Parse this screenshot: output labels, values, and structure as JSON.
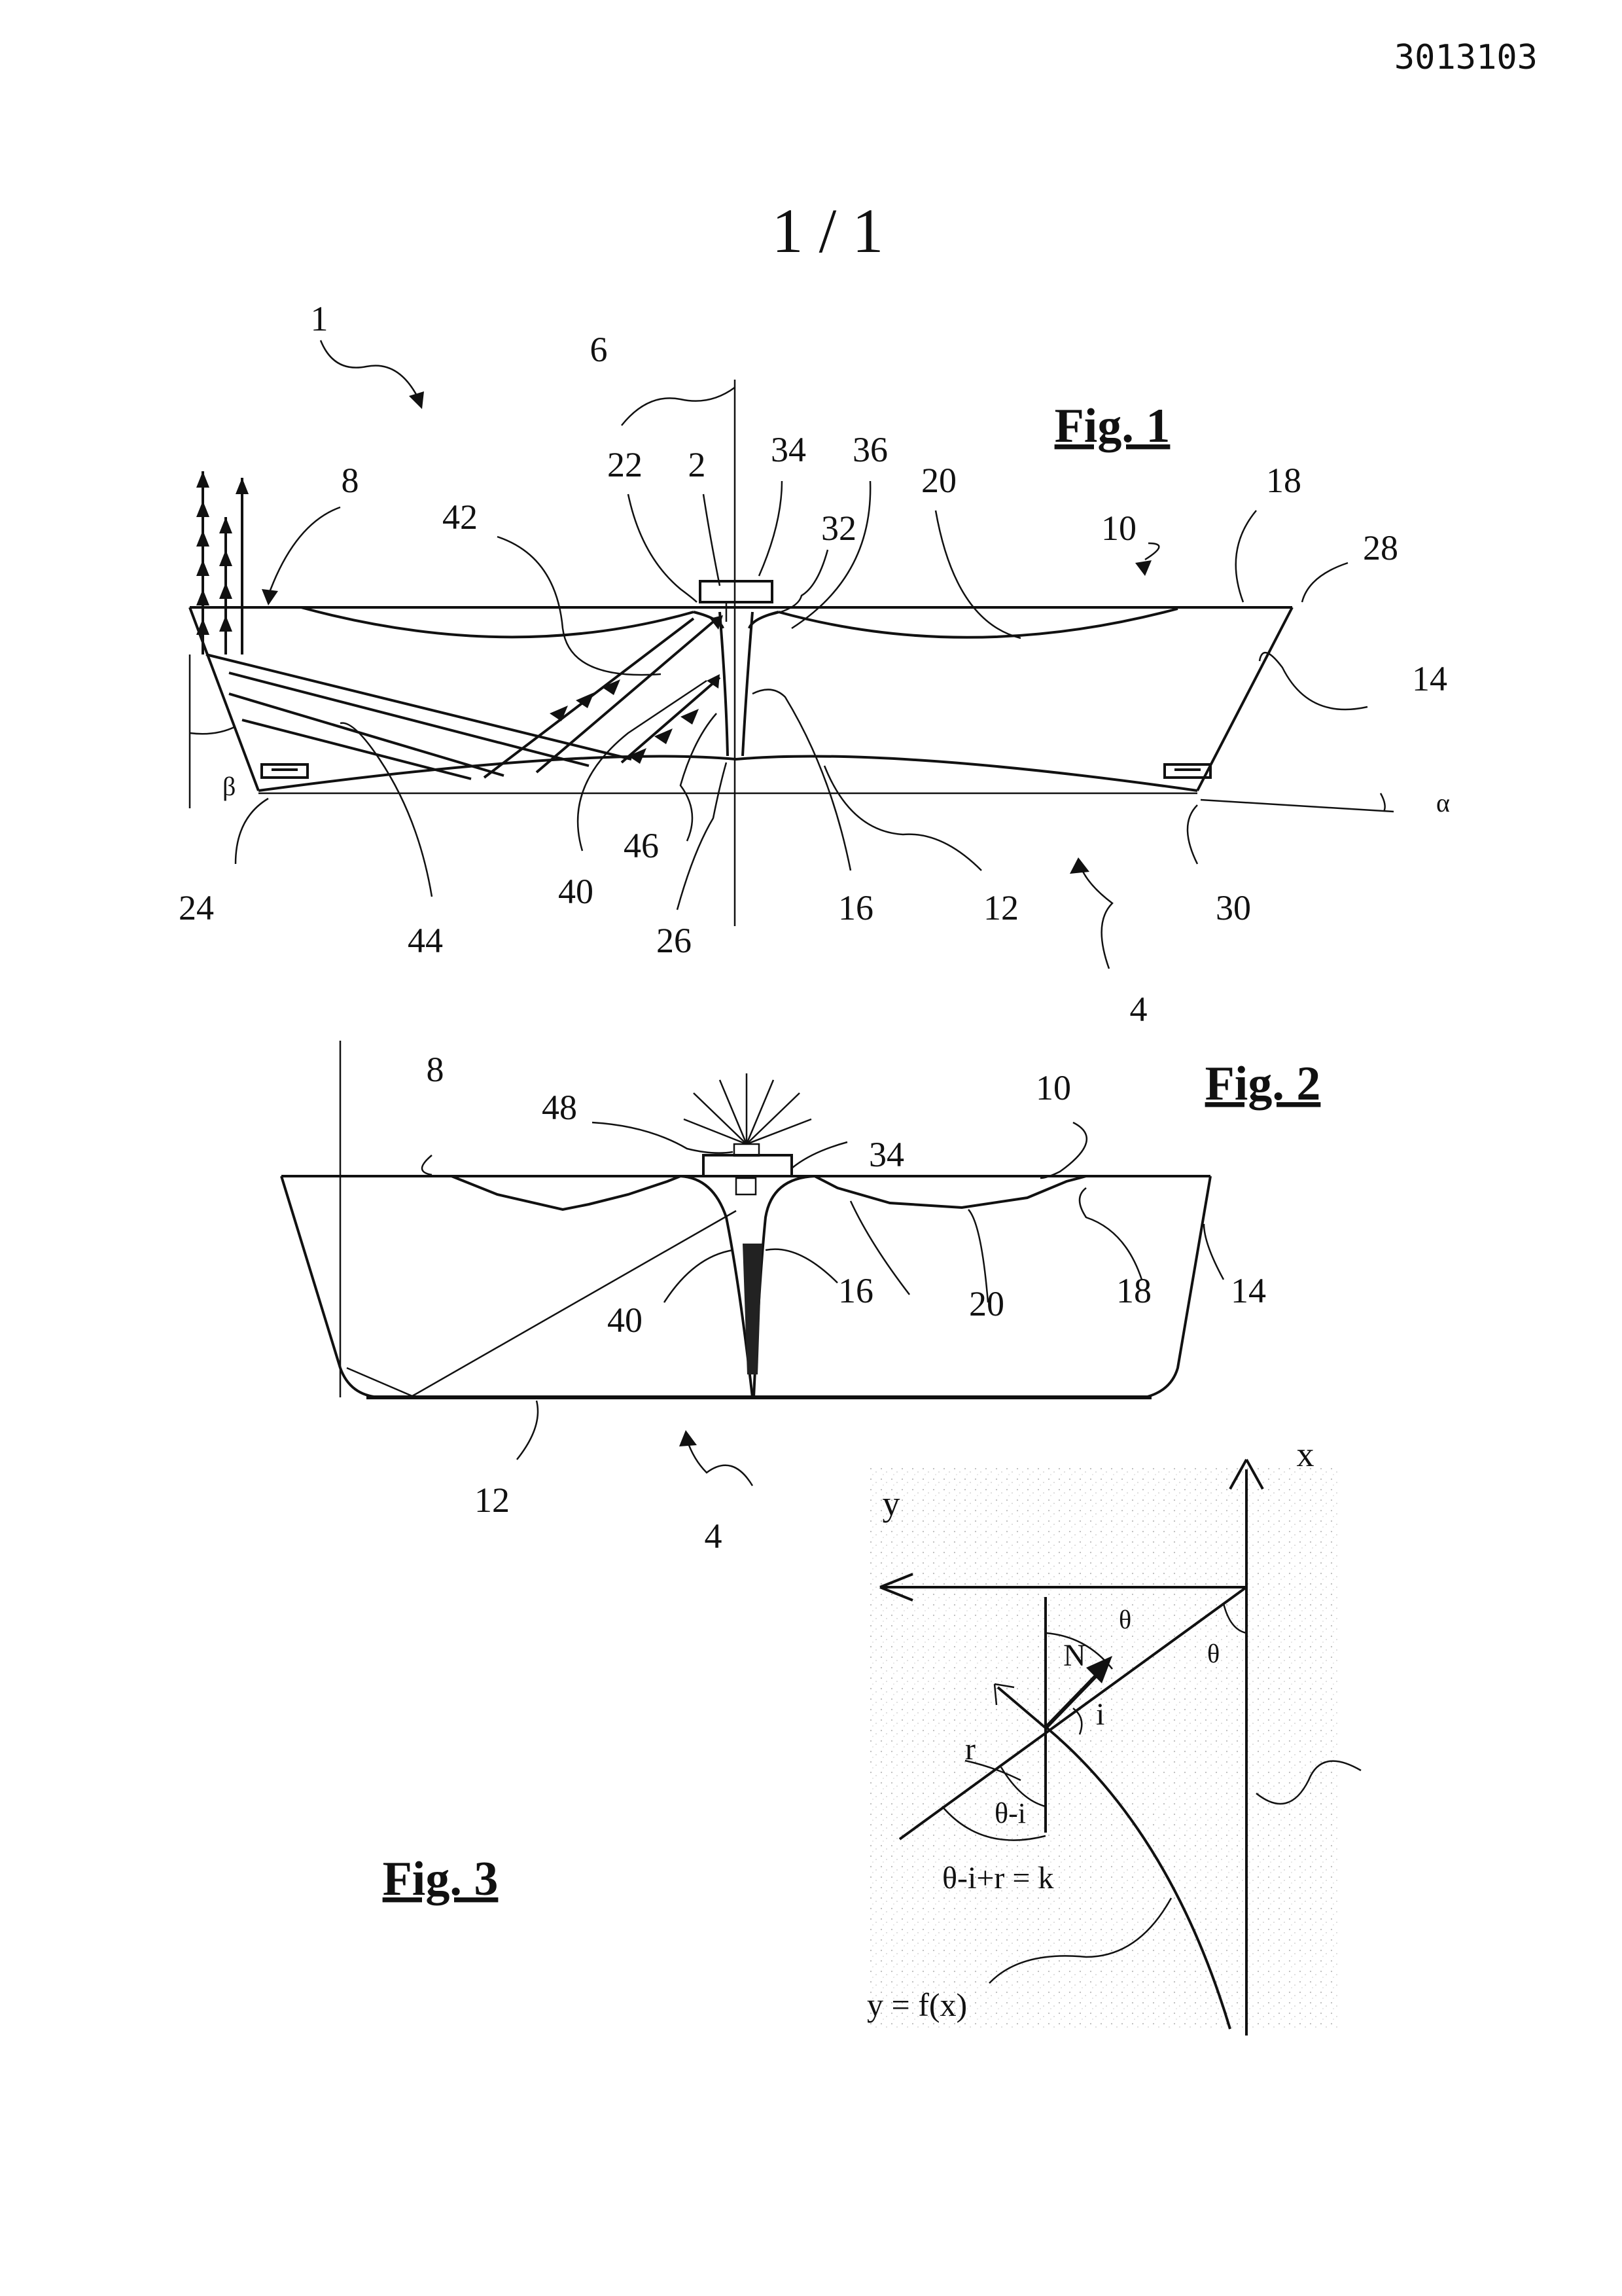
{
  "header": {
    "doc_number": "3013103",
    "sheet": "1 / 1"
  },
  "fig1": {
    "title": "Fig. 1",
    "labels": {
      "l1": "1",
      "l6": "6",
      "l8": "8",
      "l42": "42",
      "l22": "22",
      "l2": "2",
      "l34": "34",
      "l36": "36",
      "l32": "32",
      "l20": "20",
      "l10": "10",
      "l18": "18",
      "l28": "28",
      "l14": "14",
      "l24": "24",
      "l44": "44",
      "l40": "40",
      "l46": "46",
      "l26": "26",
      "l16": "16",
      "l12": "12",
      "l30": "30",
      "l4": "4",
      "beta": "β",
      "alpha": "α"
    }
  },
  "fig2": {
    "title": "Fig. 2",
    "labels": {
      "l8": "8",
      "l48": "48",
      "l34": "34",
      "l10": "10",
      "l16": "16",
      "l20": "20",
      "l18": "18",
      "l14": "14",
      "l40": "40",
      "l12": "12",
      "l4": "4"
    }
  },
  "fig3": {
    "title": "Fig. 3",
    "labels": {
      "x": "x",
      "y": "y",
      "theta1": "θ",
      "theta2": "θ",
      "N": "N",
      "i": "i",
      "r": "r",
      "theta_minus_i": "θ-i",
      "equation": "θ-i+r = k",
      "curve": "y = f(x)"
    }
  }
}
